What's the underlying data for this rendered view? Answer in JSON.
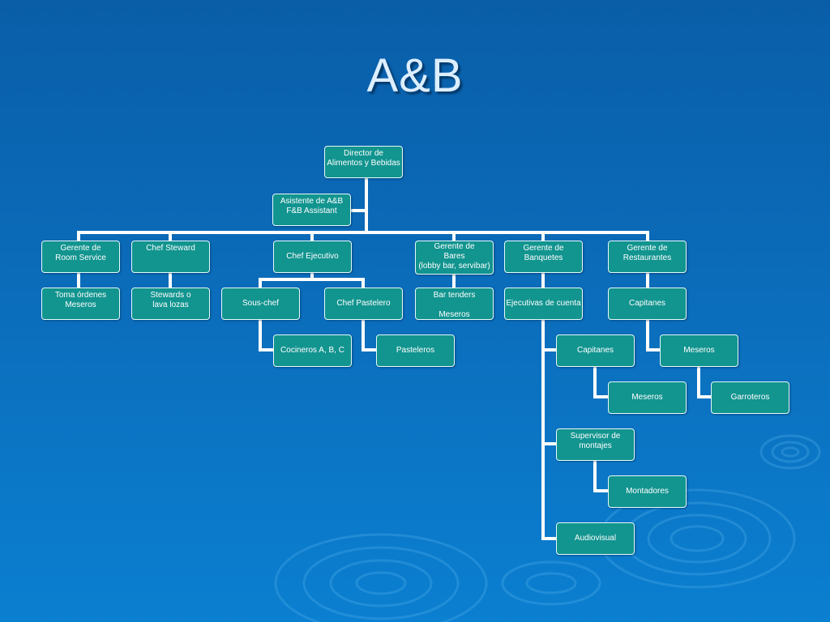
{
  "slide": {
    "title": "A&B"
  },
  "org_chart": {
    "director": [
      "Director de",
      "Alimentos y Bebidas"
    ],
    "assistant": [
      "Asistente de A&B",
      "F&B Assistant"
    ],
    "room_service": {
      "manager": [
        "Gerente de",
        "Room Service"
      ],
      "staff": [
        "Toma órdenes",
        "Meseros"
      ]
    },
    "steward": {
      "manager": [
        "Chef Steward"
      ],
      "staff": [
        "Stewards o",
        "lava lozas"
      ]
    },
    "kitchen": {
      "manager": [
        "Chef Ejecutivo"
      ],
      "sous_chef": [
        "Sous-chef"
      ],
      "cooks": [
        "Cocineros A, B, C"
      ],
      "pastry_chef": [
        "Chef Pastelero"
      ],
      "pastry_cooks": [
        "Pasteleros"
      ]
    },
    "bars": {
      "manager": [
        "Gerente de",
        "Bares",
        "(lobby bar, servibar)"
      ],
      "staff": [
        "Bar tenders",
        "",
        "Meseros"
      ]
    },
    "banquets": {
      "manager": [
        "Gerente de",
        "Banquetes"
      ],
      "account_execs": [
        "Ejecutivas de cuenta"
      ],
      "captains": [
        "Capitanes"
      ],
      "waiters": [
        "Meseros"
      ],
      "montage_supervisor": [
        "Supervisor de",
        "montajes"
      ],
      "montage_staff": [
        "Montadores"
      ],
      "audiovisual": [
        "Audiovisual"
      ]
    },
    "restaurants": {
      "manager": [
        "Gerente de",
        "Restaurantes"
      ],
      "captains": [
        "Capitanes"
      ],
      "waiters": [
        "Meseros"
      ],
      "bussers": [
        "Garroteros"
      ]
    }
  }
}
